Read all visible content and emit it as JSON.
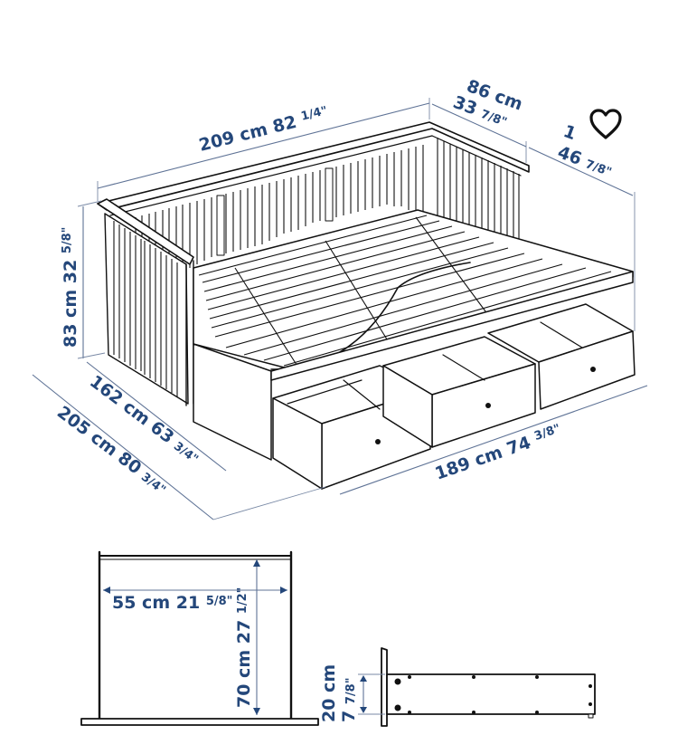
{
  "diagram": {
    "subject": "Daybed frame with 3 drawers",
    "dimensions": {
      "total_length": {
        "cm": "209 cm",
        "inch_whole": "82",
        "inch_frac": "1/4\""
      },
      "depth": {
        "cm": "86 cm",
        "inch_whole": "33",
        "inch_frac": "7/8\""
      },
      "extended_depth": {
        "cm": "1",
        "inch_whole": "46",
        "inch_frac": "7/8\""
      },
      "height": {
        "cm": "83 cm",
        "inch_whole": "32",
        "inch_frac": "5/8\""
      },
      "inner_length": {
        "cm": "162 cm",
        "inch_whole": "63",
        "inch_frac": "3/4\""
      },
      "outer_length": {
        "cm": "205 cm",
        "inch_whole": "80",
        "inch_frac": "3/4\""
      },
      "drawer_span": {
        "cm": "189 cm",
        "inch_whole": "74",
        "inch_frac": "3/8\""
      }
    },
    "drawer_top_view": {
      "width": {
        "cm": "55 cm",
        "inch_whole": "21",
        "inch_frac": "5/8\""
      },
      "depth": {
        "cm": "70 cm",
        "inch_whole": "27",
        "inch_frac": "1/2\""
      }
    },
    "drawer_side_view": {
      "height": {
        "cm": "20 cm",
        "inch_whole": "7",
        "inch_frac": "7/8\""
      }
    }
  },
  "actions": {
    "favorite_icon": "heart-outline-icon"
  },
  "colors": {
    "dimension_text": "#24477a",
    "dimension_line": "#5f7396",
    "line_art": "#111111",
    "background": "#ffffff"
  }
}
